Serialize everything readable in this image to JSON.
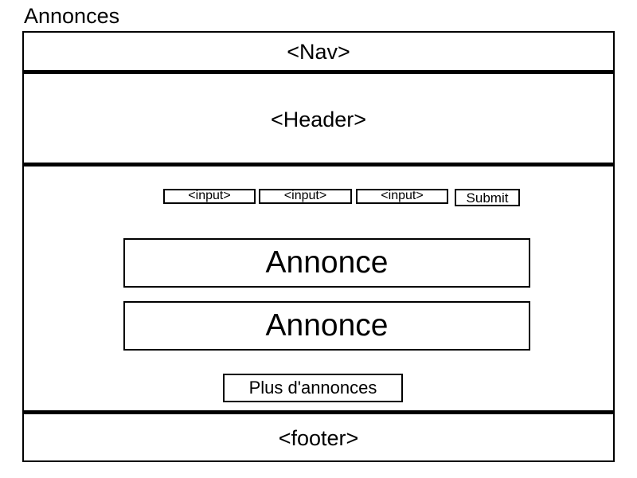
{
  "page": {
    "title": "Annonces"
  },
  "nav": {
    "label": "<Nav>"
  },
  "header": {
    "label": "<Header>"
  },
  "search_form": {
    "inputs": [
      {
        "label": "<input>"
      },
      {
        "label": "<input>"
      },
      {
        "label": "<input>"
      }
    ],
    "submit_label": "Submit"
  },
  "listings": [
    {
      "label": "Annonce"
    },
    {
      "label": "Annonce"
    }
  ],
  "more_button": {
    "label": "Plus d'annonces"
  },
  "footer": {
    "label": "<footer>"
  },
  "colors": {
    "line": "#000000",
    "background": "#ffffff"
  }
}
